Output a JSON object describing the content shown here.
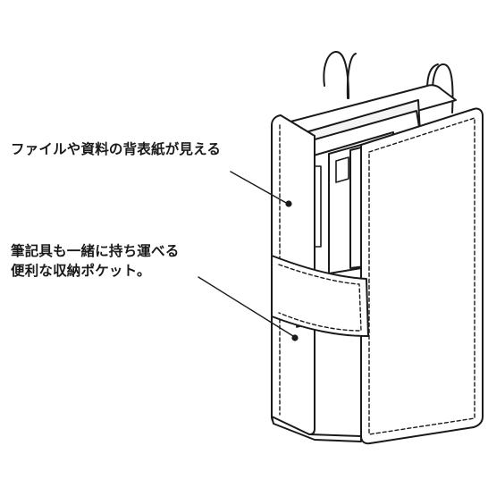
{
  "callouts": {
    "spines": "ファイルや資料の背表紙が見える",
    "pocket_line1": "筆記具も一緒に持ち運べる",
    "pocket_line2": "便利な収納ポケット。"
  },
  "colors": {
    "ink": "#1a1a1a",
    "background": "#ffffff",
    "shadow": "#e6e6e6"
  }
}
